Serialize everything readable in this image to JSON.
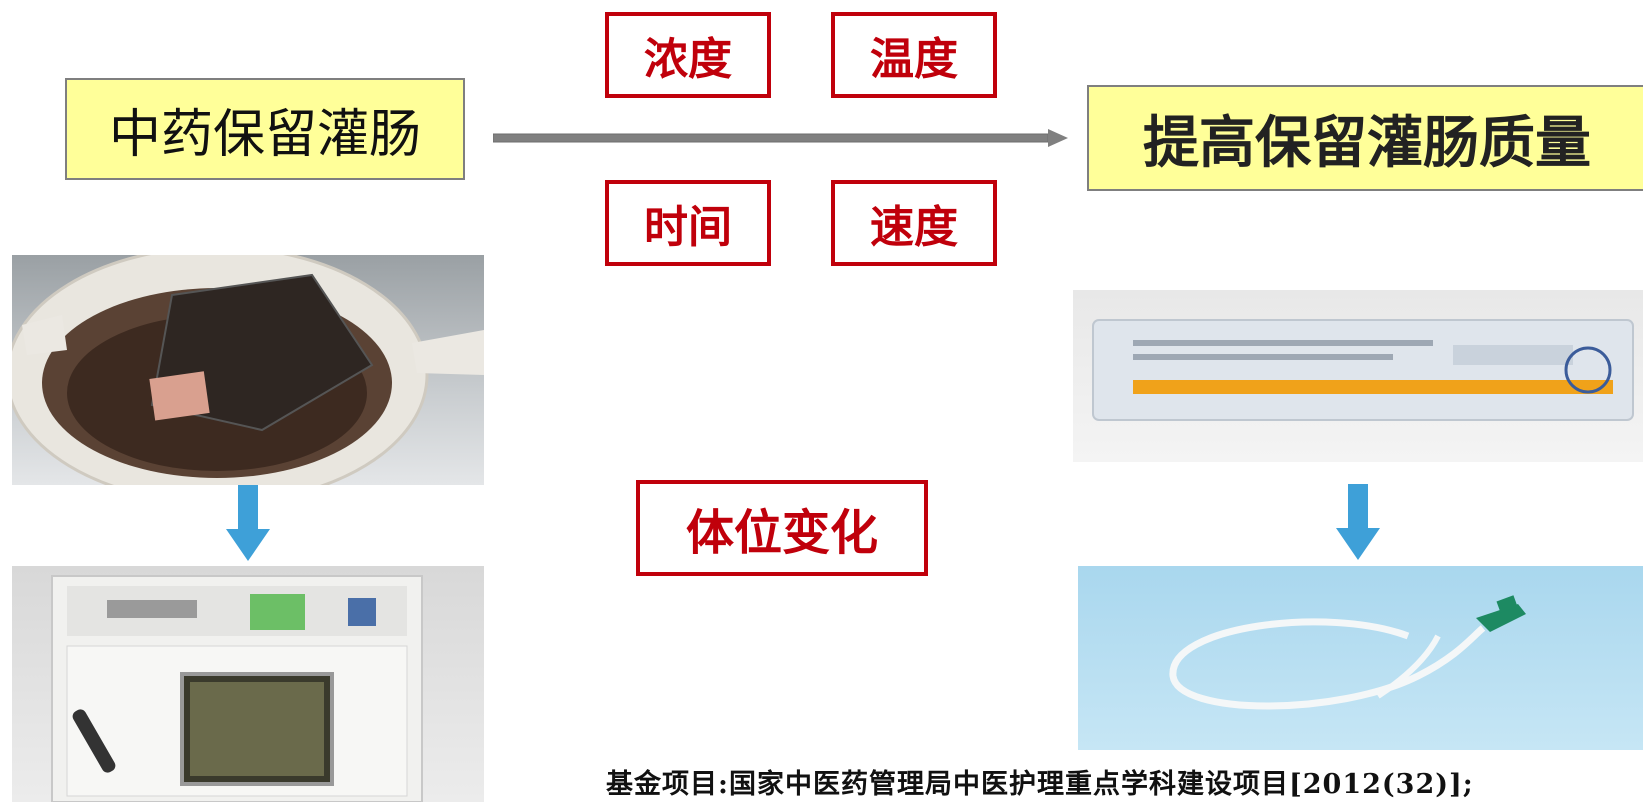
{
  "left_box": {
    "text": "中药保留灌肠"
  },
  "right_box": {
    "text": "提高保留灌肠质量"
  },
  "factors": [
    "浓度",
    "温度",
    "时间",
    "速度",
    "体位变化"
  ],
  "footnote": {
    "text": "基金项目:国家中医药管理局中医护理重点学科建设项目[2012(32)];"
  },
  "colors": {
    "factor_red": "#c0000b",
    "box_yellow": "#ffff99",
    "down_arrow_blue": "#3ea0d8",
    "main_arrow_gray": "#808080"
  }
}
